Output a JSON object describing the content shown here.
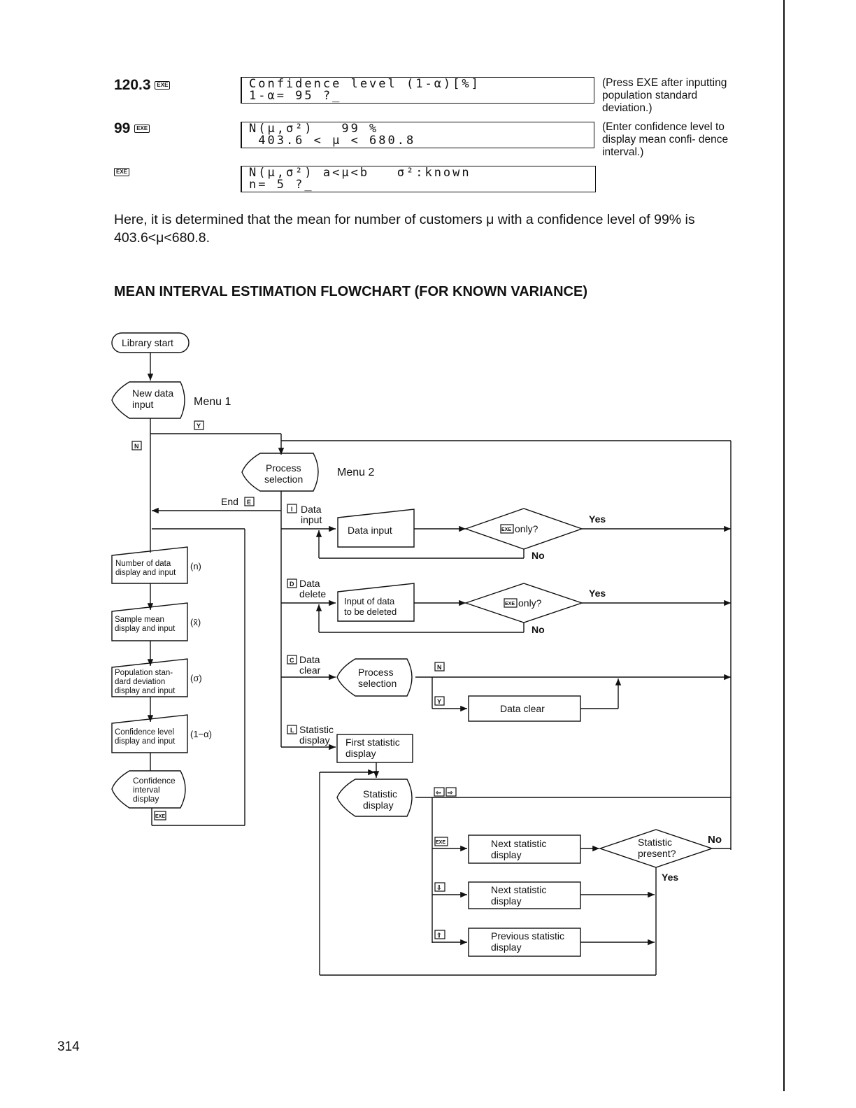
{
  "examples": [
    {
      "key_value": "120.3",
      "key": "EXE",
      "lcd_lines": [
        "Confidence level (1-α)[%]",
        "1-α= 95 ?_"
      ],
      "note": "(Press EXE after inputting population standard deviation.)"
    },
    {
      "key_value": "99",
      "key": "EXE",
      "lcd_lines": [
        "N(μ,σ²)   99 %",
        " 403.6 < μ < 680.8"
      ],
      "note": "(Enter confidence level to display mean confi- dence interval.)"
    },
    {
      "key_value": "",
      "key": "EXE",
      "lcd_lines": [
        "N(μ,σ²) a<μ<b   σ²:known",
        "n= 5 ?_"
      ],
      "note": ""
    }
  ],
  "paragraph": "Here, it is determined that the mean for number of customers μ with a confidence level of 99% is 403.6<μ<680.8.",
  "heading": "MEAN INTERVAL ESTIMATION FLOWCHART (FOR KNOWN VARIANCE)",
  "flowchart": {
    "library_start": "Library start",
    "new_data_input": [
      "New data",
      "input"
    ],
    "menu1": "Menu 1",
    "key_y": "Y",
    "key_n": "N",
    "process_selection": [
      "Process",
      "selection"
    ],
    "menu2": "Menu 2",
    "end": "End",
    "key_e": "E",
    "num_data": [
      "Number of data",
      "display and input"
    ],
    "n_sym": "(n)",
    "sample_mean": [
      "Sample mean",
      "display and input"
    ],
    "x_sym": "(x̄)",
    "pop_std": [
      "Population stan-",
      "dard deviation",
      "display and input"
    ],
    "sigma_sym": "(σ)",
    "conf_level": [
      "Confidence level",
      "display and input"
    ],
    "alpha_sym": "(1−α)",
    "conf_interval": [
      "Confidence",
      "interval",
      "display"
    ],
    "key_exe": "EXE",
    "key_i": "I",
    "data_input_branch": [
      "Data",
      "input"
    ],
    "data_input_box": "Data input",
    "exe_only": "only?",
    "yes": "Yes",
    "no": "No",
    "key_d": "D",
    "data_delete_branch": [
      "Data",
      "delete"
    ],
    "input_deleted": [
      "Input of data",
      "to be deleted"
    ],
    "key_c": "C",
    "data_clear_branch": [
      "Data",
      "clear"
    ],
    "data_clear_box": "Data clear",
    "key_l": "L",
    "statistic_branch": [
      "Statistic",
      "display"
    ],
    "first_stat": [
      "First statistic",
      "display"
    ],
    "stat_display": [
      "Statistic",
      "display"
    ],
    "key_left": "⇦",
    "key_right": "⇨",
    "next_stat": [
      "Next statistic",
      "display"
    ],
    "key_down": "⇩",
    "key_up": "⇧",
    "prev_stat": [
      "Previous statistic",
      "display"
    ],
    "stat_present": [
      "Statistic",
      "present?"
    ]
  },
  "page_number": "314"
}
